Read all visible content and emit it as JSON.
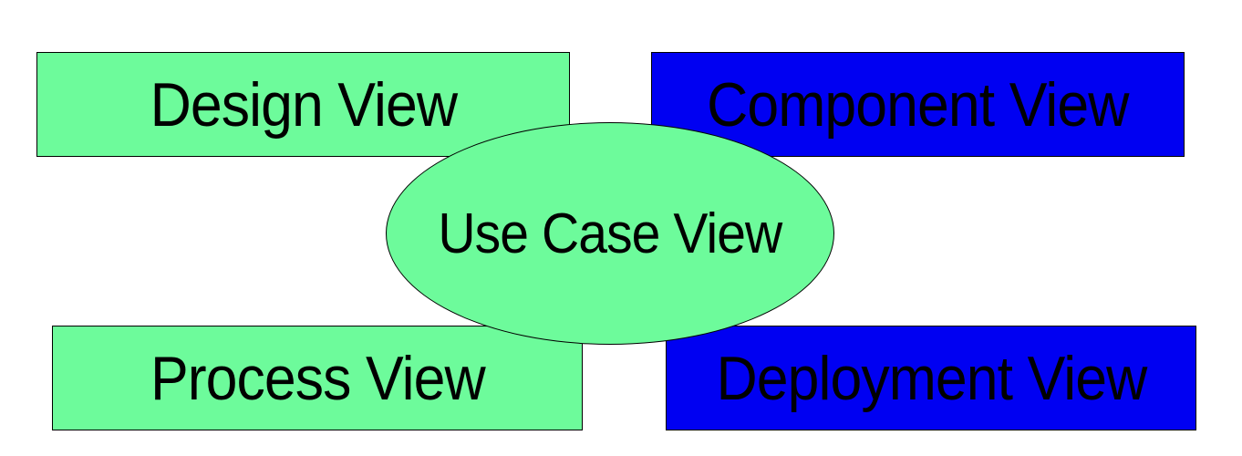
{
  "colors": {
    "green": "#6dfb9b",
    "blue": "#0000f2",
    "outline": "#000000",
    "text": "#000000",
    "background": "#ffffff"
  },
  "boxes": {
    "design": {
      "label": "Design View"
    },
    "component": {
      "label": "Component View"
    },
    "process": {
      "label": "Process View"
    },
    "deployment": {
      "label": "Deployment View"
    }
  },
  "center": {
    "label": "Use Case View"
  }
}
